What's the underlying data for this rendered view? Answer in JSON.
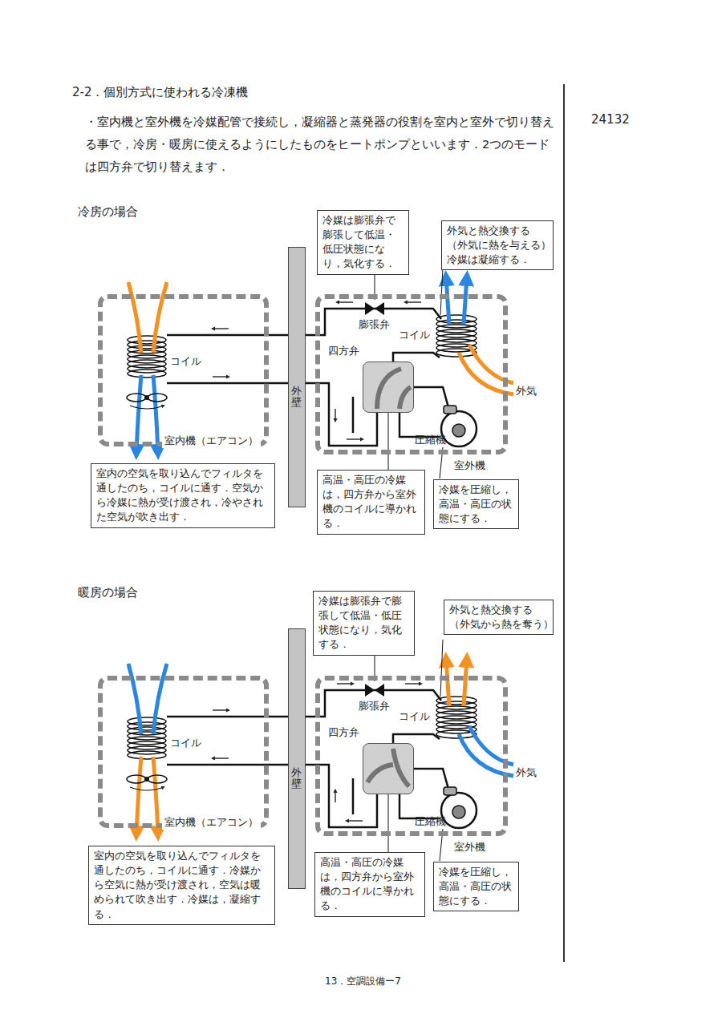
{
  "diagram": {
    "title": "2-2．個別方式に使われる冷凍機",
    "nodes": [
      {
        "text": [
          "室内機（エアコン）"
        ]
      },
      {
        "text": [
          "外壁"
        ]
      },
      {
        "text": [
          "室外機"
        ]
      },
      {
        "text": [
          "四方弁"
        ],
        "in": 2
      },
      {
        "text": [
          "冷媒は膨張弁で膨張して低温・低圧状態になり，気化する．"
        ]
      },
      {
        "text": [
          "外気と熱交換する （外気に熱を与える） 冷媒は凝縮する．"
        ]
      },
      {
        "text": [
          "室内の空気を取り込んでフィルタを通したのち，コイルに通す．空気から冷媒に熱が受け渡され，冷やされた空気が吹き出す．"
        ]
      },
      {
        "text": [
          "高温・高圧の冷媒は，四方弁から室外機のコイルに導かれる．"
        ]
      },
      {
        "text": [
          "冷媒を圧縮し，高温・高圧の状態にする．"
        ]
      },
      {
        "text": [
          "室内機（エアコン）"
        ]
      },
      {
        "text": [
          "外壁"
        ]
      },
      {
        "text": [
          "室外機"
        ]
      },
      {
        "text": [
          "四方弁"
        ],
        "in": 11
      },
      {
        "text": [
          "冷媒は膨張弁で膨張して低温・低圧状態になり，気化する．"
        ]
      },
      {
        "text": [
          "外気と熱交換する （外気から熱を奪う）"
        ]
      },
      {
        "text": [
          "室内の空気を取り込んでフィルタを通したのち，コイルに通す．冷媒から空気に熱が受け渡され，空気は暖められて吹き出す．冷媒は，凝縮する．"
        ]
      },
      {
        "text": [
          "高温・高圧の冷媒は，四方弁から室外機のコイルに導かれる．"
        ]
      },
      {
        "text": [
          "冷媒を圧縮し，高温・高圧の状態にする．"
        ]
      }
    ],
    "edges": [
      {
        "from": 7,
        "to": 3,
        "arrow": "none"
      },
      {
        "from": 16,
        "to": 12,
        "arrow": "none"
      }
    ],
    "labels": [
      "・室内機と室外機を冷媒配管で接続し，凝縮器と蒸発器の役割を室内と室外で切り替える事で，冷房・暖房に使えるようにしたものをヒートポンプといいます．2つのモードは四方弁で切り替えます．",
      "24132",
      "冷房の場合",
      "膨張弁",
      "コイル",
      "コイル",
      "外気",
      "圧縮機",
      "暖房の場合",
      "膨張弁",
      "コイル",
      "コイル",
      "外気",
      "圧縮機",
      "13．空調設備ー7"
    ]
  }
}
